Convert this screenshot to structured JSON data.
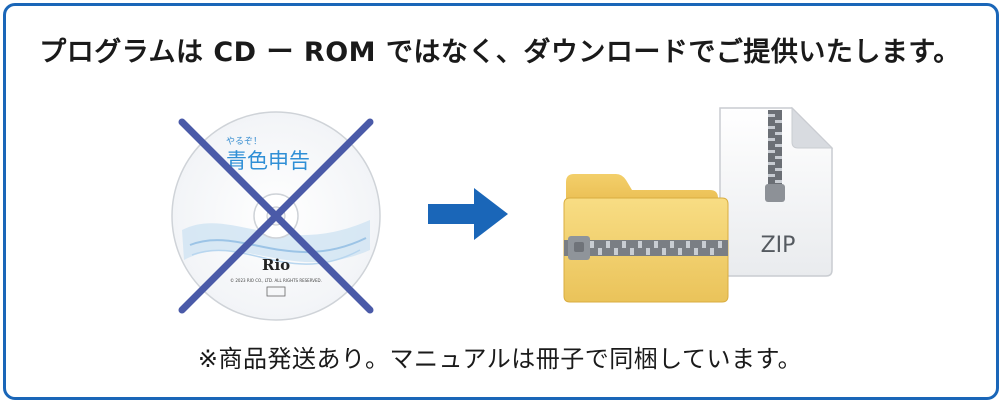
{
  "header": {
    "message": "プログラムは CD ー ROM ではなく、ダウンロードでご提供いたします。"
  },
  "cd": {
    "tagline": "やるぞ！",
    "product_name": "青色申告",
    "brand": "Rio",
    "copyright": "© 2023 RIO CO., LTD. ALL RIGHTS RESERVED.",
    "icon": "cd-crossed-out"
  },
  "arrow": {
    "icon": "arrow-right-icon",
    "color": "#1a66b8"
  },
  "zip": {
    "file_label": "ZIP",
    "folder_icon": "zip-folder-icon",
    "file_icon": "zip-file-icon"
  },
  "footer": {
    "note": "※商品発送あり。マニュアルは冊子で同梱しています。"
  },
  "colors": {
    "border": "#1a66b8",
    "cross": "#4a5aa8",
    "folder": "#f2d06b",
    "arrow": "#1a66b8"
  }
}
